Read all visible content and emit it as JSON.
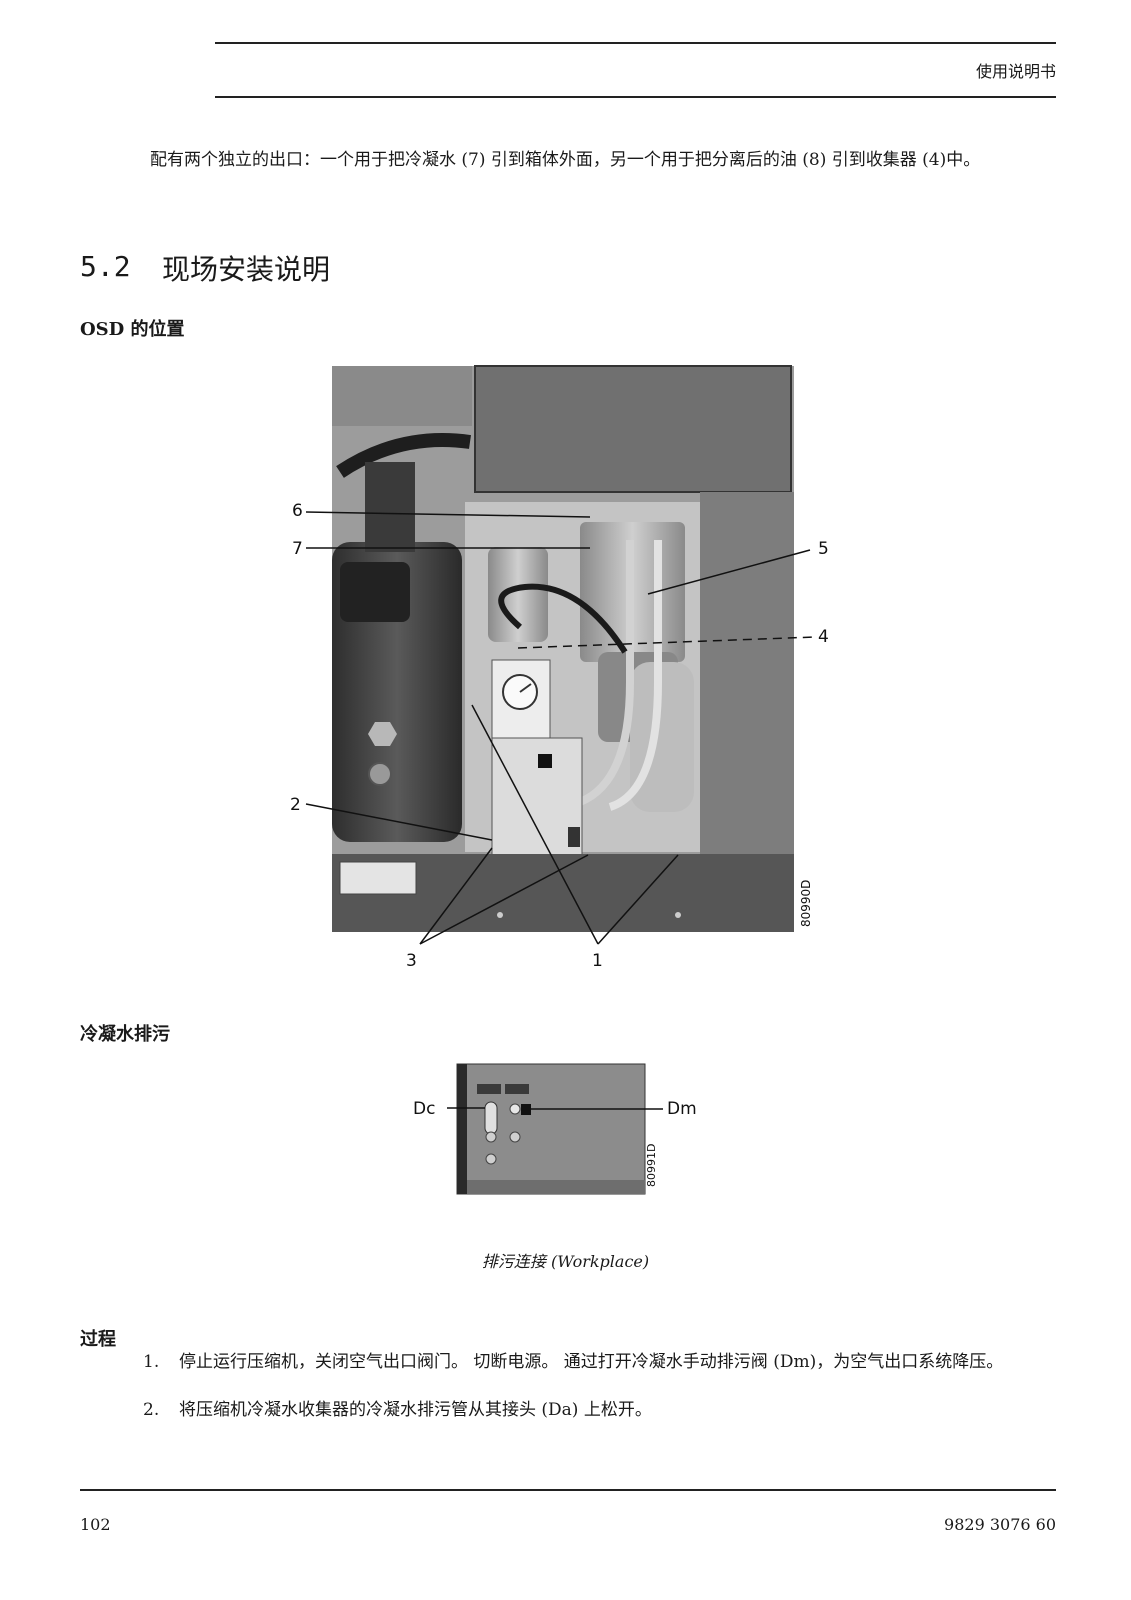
{
  "header": {
    "doc_title": "使用说明书"
  },
  "intro": {
    "text": "配有两个独立的出口：一个用于把冷凝水 (7) 引到箱体外面，另一个用于把分离后的油 (8) 引到收集器 (4)中。"
  },
  "section": {
    "number": "5.2",
    "title": "现场安装说明"
  },
  "osd": {
    "heading": "OSD 的位置",
    "figure_code": "80990D",
    "callouts": [
      "6",
      "7",
      "5",
      "4",
      "2",
      "3",
      "1"
    ]
  },
  "drain": {
    "heading": "冷凝水排污",
    "figure_code": "80991D",
    "label_dc": "Dc",
    "label_dm": "Dm",
    "caption": "排污连接 (Workplace)"
  },
  "procedure": {
    "heading": "过程",
    "steps": [
      {
        "num": "1.",
        "text": "停止运行压缩机，关闭空气出口阀门。 切断电源。 通过打开冷凝水手动排污阀 (Dm)，为空气出口系统降压。"
      },
      {
        "num": "2.",
        "text": "将压缩机冷凝水收集器的冷凝水排污管从其接头 (Da) 上松开。"
      }
    ]
  },
  "footer": {
    "page": "102",
    "doc_number": "9829 3076 60"
  }
}
